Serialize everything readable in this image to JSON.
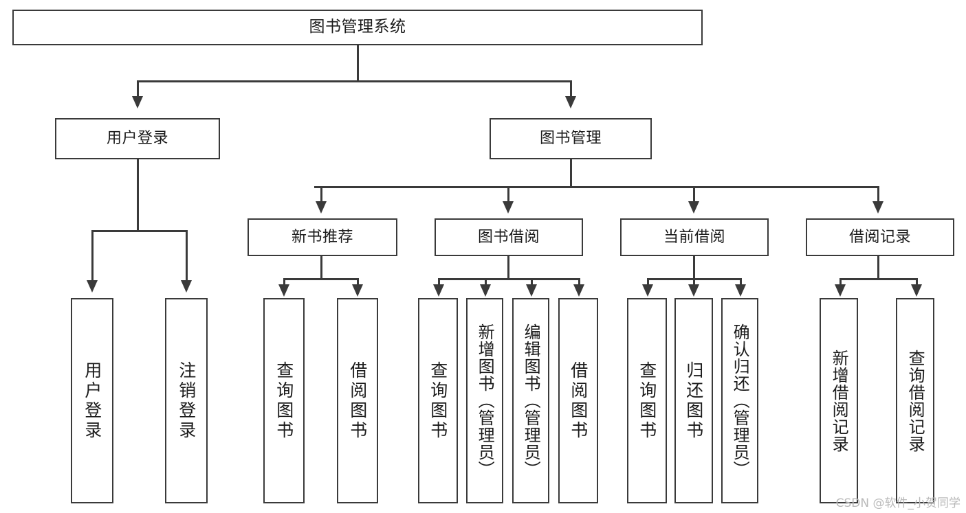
{
  "diagram": {
    "title": "图书管理系统",
    "type": "tree",
    "watermark": "CSDN @软件_小贺同学",
    "colors": {
      "stroke": "#3a3a3a",
      "fill": "#ffffff",
      "text": "#1b1b1b",
      "watermark": "#b9b9b9"
    }
  },
  "nodes": {
    "root": {
      "label": "图书管理系统"
    },
    "level2": [
      {
        "label": "用户登录"
      },
      {
        "label": "图书管理"
      }
    ],
    "level3": [
      {
        "label": "新书推荐"
      },
      {
        "label": "图书借阅"
      },
      {
        "label": "当前借阅"
      },
      {
        "label": "借阅记录"
      }
    ],
    "leaves": {
      "user_login": [
        {
          "label": "用户登录"
        },
        {
          "label": "注销登录"
        }
      ],
      "new_book_recommend": [
        {
          "label": "查询图书"
        },
        {
          "label": "借阅图书"
        }
      ],
      "book_borrow": [
        {
          "label": "查询图书"
        },
        {
          "label": "新增图书（管理员）"
        },
        {
          "label": "编辑图书（管理员）"
        },
        {
          "label": "借阅图书"
        }
      ],
      "current_borrow": [
        {
          "label": "查询图书"
        },
        {
          "label": "归还图书"
        },
        {
          "label": "确认归还（管理员）"
        }
      ],
      "borrow_record": [
        {
          "label": "新增借阅记录"
        },
        {
          "label": "查询借阅记录"
        }
      ]
    }
  }
}
